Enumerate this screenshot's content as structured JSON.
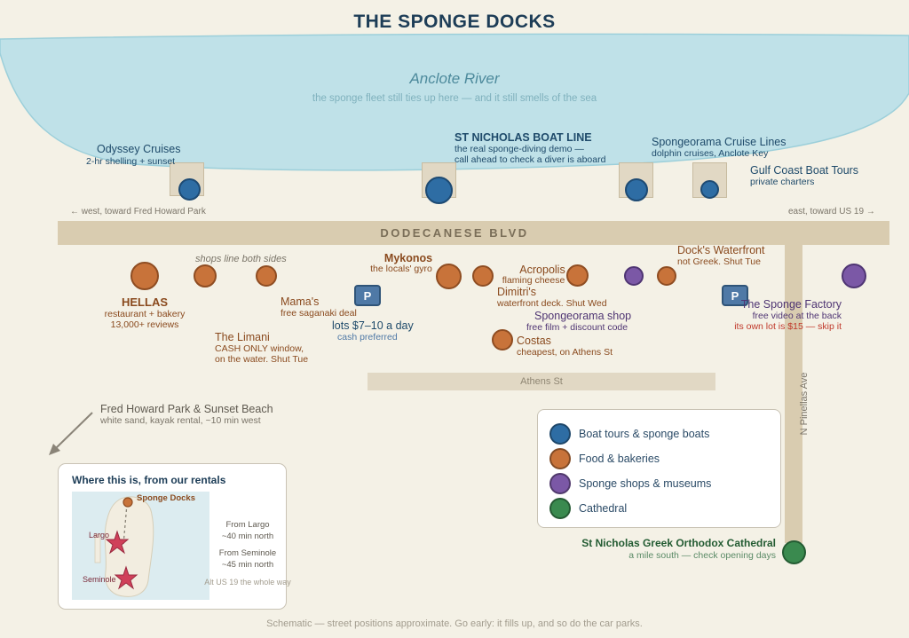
{
  "title": "THE SPONGE DOCKS",
  "river": {
    "name": "Anclote River",
    "tagline": "the sponge fleet still ties up here — and it still smells of the sea"
  },
  "boats": [
    {
      "name": "Odyssey Cruises",
      "note": "2-hr shelling + sunset"
    },
    {
      "name": "ST NICHOLAS BOAT LINE",
      "note1": "the real sponge-diving demo —",
      "note2": "call ahead to check a diver is aboard"
    },
    {
      "name": "Spongeorama Cruise Lines",
      "note": "dolphin cruises, Anclote Key"
    },
    {
      "name": "Gulf Coast Boat Tours",
      "note": "private charters"
    }
  ],
  "directions": {
    "west": "← west, toward Fred Howard Park",
    "east": "east, toward US 19 →"
  },
  "streets": {
    "main": "DODECANESE BLVD",
    "athens": "Athens St",
    "pinellas": "N Pinellas Ave"
  },
  "shops_note": "shops line both sides",
  "food": {
    "hellas": {
      "name": "HELLAS",
      "note1": "restaurant + bakery",
      "note2": "13,000+ reviews"
    },
    "limani": {
      "name": "The Limani",
      "note1": "CASH ONLY window,",
      "note2": "on the water. Shut Tue"
    },
    "mamas": {
      "name": "Mama's",
      "note": "free saganaki deal"
    },
    "mykonos": {
      "name": "Mykonos",
      "note": "the locals' gyro"
    },
    "acropolis": {
      "name": "Acropolis",
      "note": "flaming cheese"
    },
    "dimitris": {
      "name": "Dimitri's",
      "note": "waterfront deck. Shut Wed"
    },
    "costas": {
      "name": "Costas",
      "note": "cheapest, on Athens St"
    },
    "docks": {
      "name": "Dock's Waterfront",
      "note": "not Greek. Shut Tue"
    }
  },
  "shops": {
    "spongeorama": {
      "name": "Spongeorama shop",
      "note": "free film + discount code"
    },
    "factory": {
      "name": "The Sponge Factory",
      "note": "free video at the back",
      "warning": "its own lot is $15 — skip it"
    }
  },
  "parking": {
    "symbol": "P",
    "note1": "lots $7–10 a day",
    "note2": "cash preferred"
  },
  "beach": {
    "name": "Fred Howard Park & Sunset Beach",
    "note": "white sand, kayak rental, ~10 min west"
  },
  "legend": [
    {
      "label": "Boat tours & sponge boats",
      "color": "#2e6da4"
    },
    {
      "label": "Food & bakeries",
      "color": "#c8733a"
    },
    {
      "label": "Sponge shops & museums",
      "color": "#7b58a6"
    },
    {
      "label": "Cathedral",
      "color": "#3a8a4f"
    }
  ],
  "cathedral": {
    "name": "St Nicholas Greek Orthodox Cathedral",
    "note": "a mile south — check opening days"
  },
  "inset": {
    "title": "Where this is, from our rentals",
    "docks_label": "Sponge Docks",
    "largo": "Largo",
    "seminole": "Seminole",
    "from_largo1": "From Largo",
    "from_largo2": "~40 min north",
    "from_seminole1": "From Seminole",
    "from_seminole2": "~45 min north",
    "route": "Alt US 19 the whole way"
  },
  "footer": "Schematic — street positions approximate. Go early: it fills up, and so do the car parks."
}
